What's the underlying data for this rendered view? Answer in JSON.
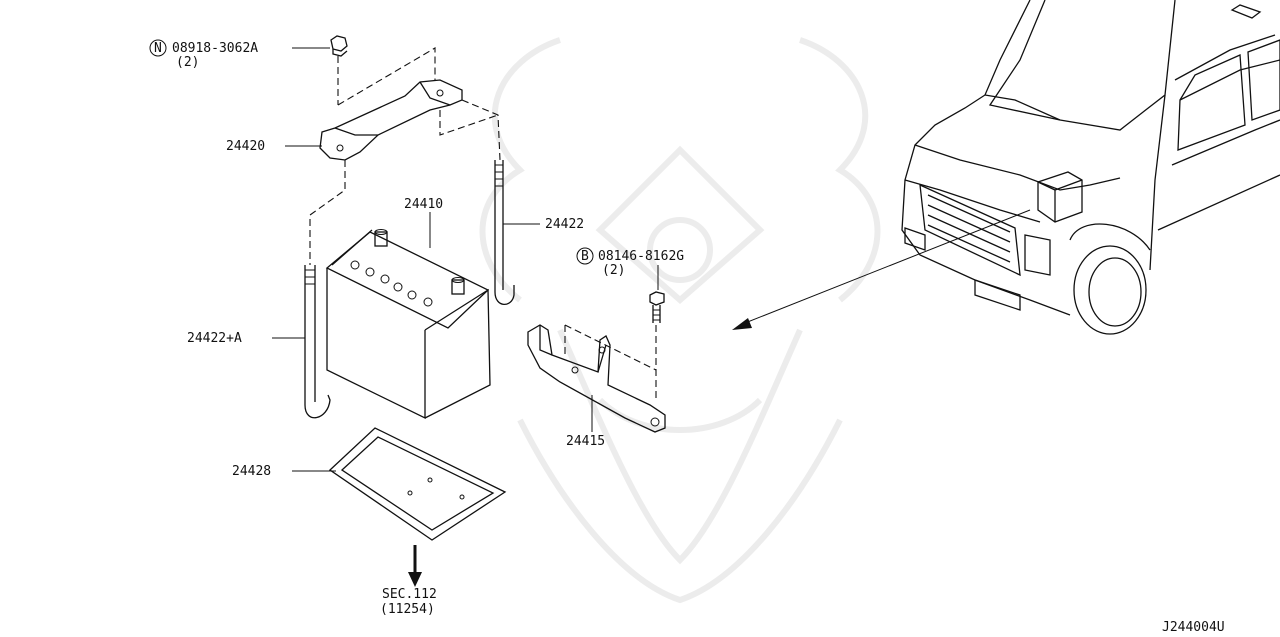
{
  "labels": {
    "nut_part": "08918-3062A",
    "nut_qty": "(2)",
    "nut_prefix": "N",
    "bolt_part": "08146-8162G",
    "bolt_qty": "(2)",
    "bolt_prefix": "B",
    "clamp": "24420",
    "battery": "24410",
    "rod": "24422",
    "rod_a": "24422+A",
    "bracket": "24415",
    "tray": "24428",
    "sec": "SEC.112",
    "sec_ref": "(11254)",
    "diagram_id": "J244004U"
  }
}
